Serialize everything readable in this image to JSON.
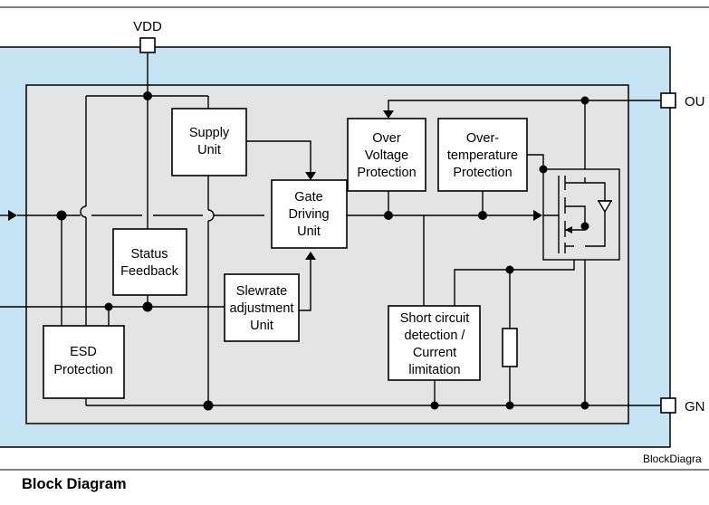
{
  "diagram": {
    "title": "Block Diagram",
    "caption": "BlockDiagra",
    "pins": {
      "vdd": "VDD",
      "out": "OU",
      "gnd": "GN"
    },
    "blocks": {
      "supply_unit": [
        "Supply",
        "Unit"
      ],
      "gate_driving_unit": [
        "Gate",
        "Driving",
        "Unit"
      ],
      "over_voltage_protection": [
        "Over",
        "Voltage",
        "Protection"
      ],
      "over_temperature_protection": [
        "Over-",
        "temperature",
        "Protection"
      ],
      "status_feedback": [
        "Status",
        "Feedback"
      ],
      "slewrate_adjustment_unit": [
        "Slewrate",
        "adjustment",
        "Unit"
      ],
      "esd_protection": [
        "ESD",
        "Protection"
      ],
      "short_circuit_detection": [
        "Short circuit",
        "detection /",
        "Current",
        "limitation"
      ]
    },
    "colors": {
      "package_fill": "#c5e3f3",
      "die_fill": "#e4e4e4",
      "block_fill": "#ffffff",
      "line": "#000000"
    }
  }
}
